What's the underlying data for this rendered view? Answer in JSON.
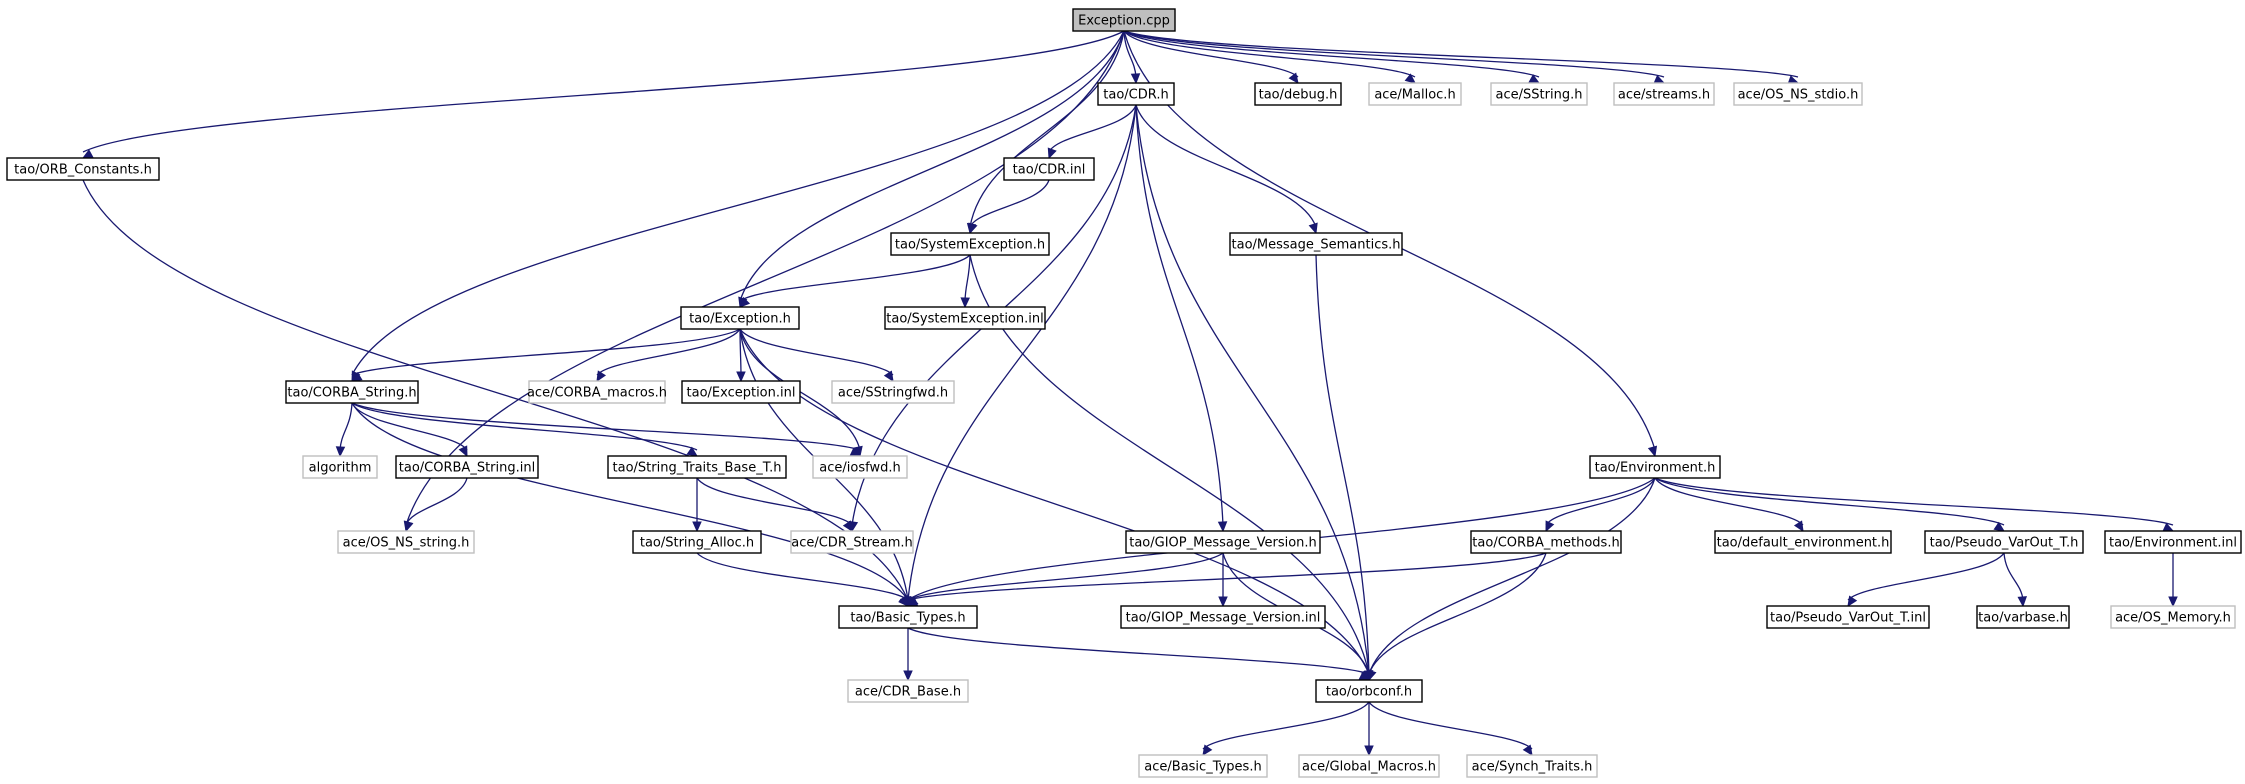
{
  "graph": {
    "nodes": [
      {
        "id": "exception_cpp",
        "label": "Exception.cpp",
        "style": "root"
      },
      {
        "id": "tao_cdr_h",
        "label": "tao/CDR.h",
        "style": "solid"
      },
      {
        "id": "tao_debug_h",
        "label": "tao/debug.h",
        "style": "solid"
      },
      {
        "id": "ace_malloc_h",
        "label": "ace/Malloc.h",
        "style": "dim"
      },
      {
        "id": "ace_sstring_h",
        "label": "ace/SString.h",
        "style": "dim"
      },
      {
        "id": "ace_streams_h",
        "label": "ace/streams.h",
        "style": "dim"
      },
      {
        "id": "ace_os_ns_stdio_h",
        "label": "ace/OS_NS_stdio.h",
        "style": "dim"
      },
      {
        "id": "tao_orb_constants_h",
        "label": "tao/ORB_Constants.h",
        "style": "solid"
      },
      {
        "id": "tao_cdr_inl",
        "label": "tao/CDR.inl",
        "style": "solid"
      },
      {
        "id": "tao_systemexception_h",
        "label": "tao/SystemException.h",
        "style": "solid"
      },
      {
        "id": "tao_message_semantics_h",
        "label": "tao/Message_Semantics.h",
        "style": "solid"
      },
      {
        "id": "tao_exception_h",
        "label": "tao/Exception.h",
        "style": "solid"
      },
      {
        "id": "tao_systemexception_inl",
        "label": "tao/SystemException.inl",
        "style": "solid"
      },
      {
        "id": "tao_corba_string_h",
        "label": "tao/CORBA_String.h",
        "style": "solid"
      },
      {
        "id": "ace_corba_macros_h",
        "label": "ace/CORBA_macros.h",
        "style": "dim"
      },
      {
        "id": "tao_exception_inl",
        "label": "tao/Exception.inl",
        "style": "solid"
      },
      {
        "id": "ace_sstringfwd_h",
        "label": "ace/SStringfwd.h",
        "style": "dim"
      },
      {
        "id": "algorithm",
        "label": "algorithm",
        "style": "dim"
      },
      {
        "id": "tao_corba_string_inl",
        "label": "tao/CORBA_String.inl",
        "style": "solid"
      },
      {
        "id": "tao_string_traits_base_t_h",
        "label": "tao/String_Traits_Base_T.h",
        "style": "solid"
      },
      {
        "id": "ace_iosfwd_h",
        "label": "ace/iosfwd.h",
        "style": "dim"
      },
      {
        "id": "tao_environment_h",
        "label": "tao/Environment.h",
        "style": "solid"
      },
      {
        "id": "ace_os_ns_string_h",
        "label": "ace/OS_NS_string.h",
        "style": "dim"
      },
      {
        "id": "tao_string_alloc_h",
        "label": "tao/String_Alloc.h",
        "style": "solid"
      },
      {
        "id": "ace_cdr_stream_h",
        "label": "ace/CDR_Stream.h",
        "style": "dim"
      },
      {
        "id": "tao_giop_message_version_h",
        "label": "tao/GIOP_Message_Version.h",
        "style": "solid"
      },
      {
        "id": "tao_corba_methods_h",
        "label": "tao/CORBA_methods.h",
        "style": "solid"
      },
      {
        "id": "tao_default_environment_h",
        "label": "tao/default_environment.h",
        "style": "solid"
      },
      {
        "id": "tao_pseudo_varout_t_h",
        "label": "tao/Pseudo_VarOut_T.h",
        "style": "solid"
      },
      {
        "id": "tao_environment_inl",
        "label": "tao/Environment.inl",
        "style": "solid"
      },
      {
        "id": "tao_basic_types_h",
        "label": "tao/Basic_Types.h",
        "style": "solid"
      },
      {
        "id": "tao_giop_message_version_inl",
        "label": "tao/GIOP_Message_Version.inl",
        "style": "solid"
      },
      {
        "id": "tao_pseudo_varout_t_inl",
        "label": "tao/Pseudo_VarOut_T.inl",
        "style": "solid"
      },
      {
        "id": "tao_varbase_h",
        "label": "tao/varbase.h",
        "style": "solid"
      },
      {
        "id": "ace_os_memory_h",
        "label": "ace/OS_Memory.h",
        "style": "dim"
      },
      {
        "id": "ace_cdr_base_h",
        "label": "ace/CDR_Base.h",
        "style": "dim"
      },
      {
        "id": "tao_orbconf_h",
        "label": "tao/orbconf.h",
        "style": "solid"
      },
      {
        "id": "ace_basic_types_h",
        "label": "ace/Basic_Types.h",
        "style": "dim"
      },
      {
        "id": "ace_global_macros_h",
        "label": "ace/Global_Macros.h",
        "style": "dim"
      },
      {
        "id": "ace_synch_traits_h",
        "label": "ace/Synch_Traits.h",
        "style": "dim"
      }
    ],
    "edges": [
      {
        "from": "exception_cpp",
        "to": "tao_cdr_h"
      },
      {
        "from": "exception_cpp",
        "to": "tao_debug_h"
      },
      {
        "from": "exception_cpp",
        "to": "ace_malloc_h"
      },
      {
        "from": "exception_cpp",
        "to": "ace_sstring_h"
      },
      {
        "from": "exception_cpp",
        "to": "ace_streams_h"
      },
      {
        "from": "exception_cpp",
        "to": "ace_os_ns_stdio_h"
      },
      {
        "from": "exception_cpp",
        "to": "tao_orb_constants_h"
      },
      {
        "from": "exception_cpp",
        "to": "tao_systemexception_h"
      },
      {
        "from": "exception_cpp",
        "to": "tao_exception_h"
      },
      {
        "from": "exception_cpp",
        "to": "tao_corba_string_h"
      },
      {
        "from": "exception_cpp",
        "to": "ace_os_ns_string_h"
      },
      {
        "from": "exception_cpp",
        "to": "tao_environment_h"
      },
      {
        "from": "tao_cdr_h",
        "to": "tao_cdr_inl"
      },
      {
        "from": "tao_cdr_h",
        "to": "tao_message_semantics_h"
      },
      {
        "from": "tao_cdr_h",
        "to": "tao_basic_types_h"
      },
      {
        "from": "tao_cdr_h",
        "to": "ace_cdr_stream_h"
      },
      {
        "from": "tao_cdr_h",
        "to": "tao_giop_message_version_h"
      },
      {
        "from": "tao_cdr_h",
        "to": "tao_orbconf_h"
      },
      {
        "from": "tao_cdr_inl",
        "to": "tao_systemexception_h"
      },
      {
        "from": "tao_orb_constants_h",
        "to": "tao_basic_types_h"
      },
      {
        "from": "tao_systemexception_h",
        "to": "tao_exception_h"
      },
      {
        "from": "tao_systemexception_h",
        "to": "tao_systemexception_inl"
      },
      {
        "from": "tao_systemexception_h",
        "to": "tao_orbconf_h"
      },
      {
        "from": "tao_message_semantics_h",
        "to": "tao_orbconf_h"
      },
      {
        "from": "tao_exception_h",
        "to": "tao_corba_string_h"
      },
      {
        "from": "tao_exception_h",
        "to": "ace_corba_macros_h"
      },
      {
        "from": "tao_exception_h",
        "to": "tao_exception_inl"
      },
      {
        "from": "tao_exception_h",
        "to": "ace_sstringfwd_h"
      },
      {
        "from": "tao_exception_h",
        "to": "ace_iosfwd_h"
      },
      {
        "from": "tao_exception_h",
        "to": "tao_basic_types_h"
      },
      {
        "from": "tao_exception_h",
        "to": "tao_orbconf_h"
      },
      {
        "from": "tao_corba_string_h",
        "to": "algorithm"
      },
      {
        "from": "tao_corba_string_h",
        "to": "tao_corba_string_inl"
      },
      {
        "from": "tao_corba_string_h",
        "to": "tao_string_traits_base_t_h"
      },
      {
        "from": "tao_corba_string_h",
        "to": "ace_iosfwd_h"
      },
      {
        "from": "tao_corba_string_h",
        "to": "tao_basic_types_h"
      },
      {
        "from": "tao_corba_string_inl",
        "to": "ace_os_ns_string_h"
      },
      {
        "from": "tao_string_traits_base_t_h",
        "to": "tao_string_alloc_h"
      },
      {
        "from": "tao_string_traits_base_t_h",
        "to": "ace_cdr_stream_h"
      },
      {
        "from": "tao_string_alloc_h",
        "to": "tao_basic_types_h"
      },
      {
        "from": "tao_environment_h",
        "to": "tao_basic_types_h"
      },
      {
        "from": "tao_environment_h",
        "to": "tao_corba_methods_h"
      },
      {
        "from": "tao_environment_h",
        "to": "tao_default_environment_h"
      },
      {
        "from": "tao_environment_h",
        "to": "tao_pseudo_varout_t_h"
      },
      {
        "from": "tao_environment_h",
        "to": "tao_environment_inl"
      },
      {
        "from": "tao_environment_h",
        "to": "tao_orbconf_h"
      },
      {
        "from": "tao_giop_message_version_h",
        "to": "tao_basic_types_h"
      },
      {
        "from": "tao_giop_message_version_h",
        "to": "tao_giop_message_version_inl"
      },
      {
        "from": "tao_giop_message_version_h",
        "to": "tao_orbconf_h"
      },
      {
        "from": "tao_corba_methods_h",
        "to": "tao_basic_types_h"
      },
      {
        "from": "tao_corba_methods_h",
        "to": "tao_orbconf_h"
      },
      {
        "from": "tao_pseudo_varout_t_h",
        "to": "tao_pseudo_varout_t_inl"
      },
      {
        "from": "tao_pseudo_varout_t_h",
        "to": "tao_varbase_h"
      },
      {
        "from": "tao_environment_inl",
        "to": "ace_os_memory_h"
      },
      {
        "from": "tao_basic_types_h",
        "to": "ace_cdr_base_h"
      },
      {
        "from": "tao_basic_types_h",
        "to": "tao_orbconf_h"
      },
      {
        "from": "tao_orbconf_h",
        "to": "ace_basic_types_h"
      },
      {
        "from": "tao_orbconf_h",
        "to": "ace_global_macros_h"
      },
      {
        "from": "tao_orbconf_h",
        "to": "ace_synch_traits_h"
      }
    ]
  }
}
